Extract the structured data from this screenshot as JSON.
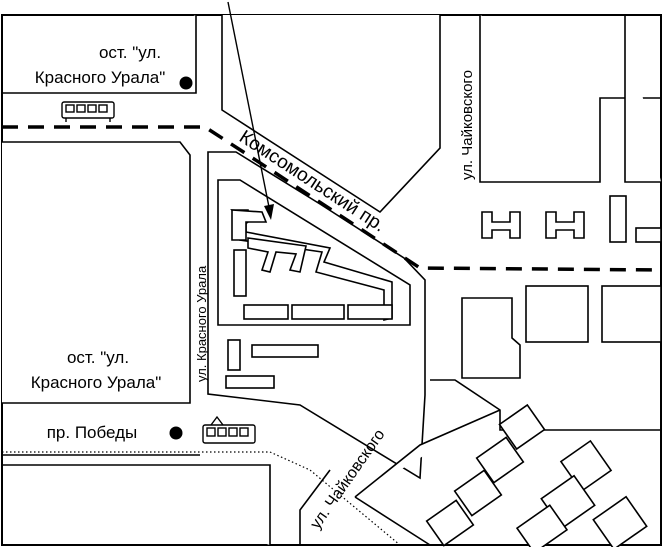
{
  "map": {
    "labels": {
      "stop_top_line1": "ост. \"ул.",
      "stop_top_line2": "Красного Урала\"",
      "komsomolsky": "Комсомольский пр.",
      "chaikovskogo_top": "ул. Чайковского",
      "krasnogo_urala_street": "ул. Красного Урала",
      "stop_bottom_line1": "ост. \"ул.",
      "stop_bottom_line2": "Красного Урала\"",
      "pr_pobedy": "пр. Победы",
      "chaikovskogo_bottom": "ул. Чайковского"
    },
    "colors": {
      "ink": "#000000",
      "paper": "#ffffff"
    },
    "icons": [
      "tram-icon",
      "bus-stop-dot-icon",
      "pointer-arrow-icon"
    ]
  }
}
